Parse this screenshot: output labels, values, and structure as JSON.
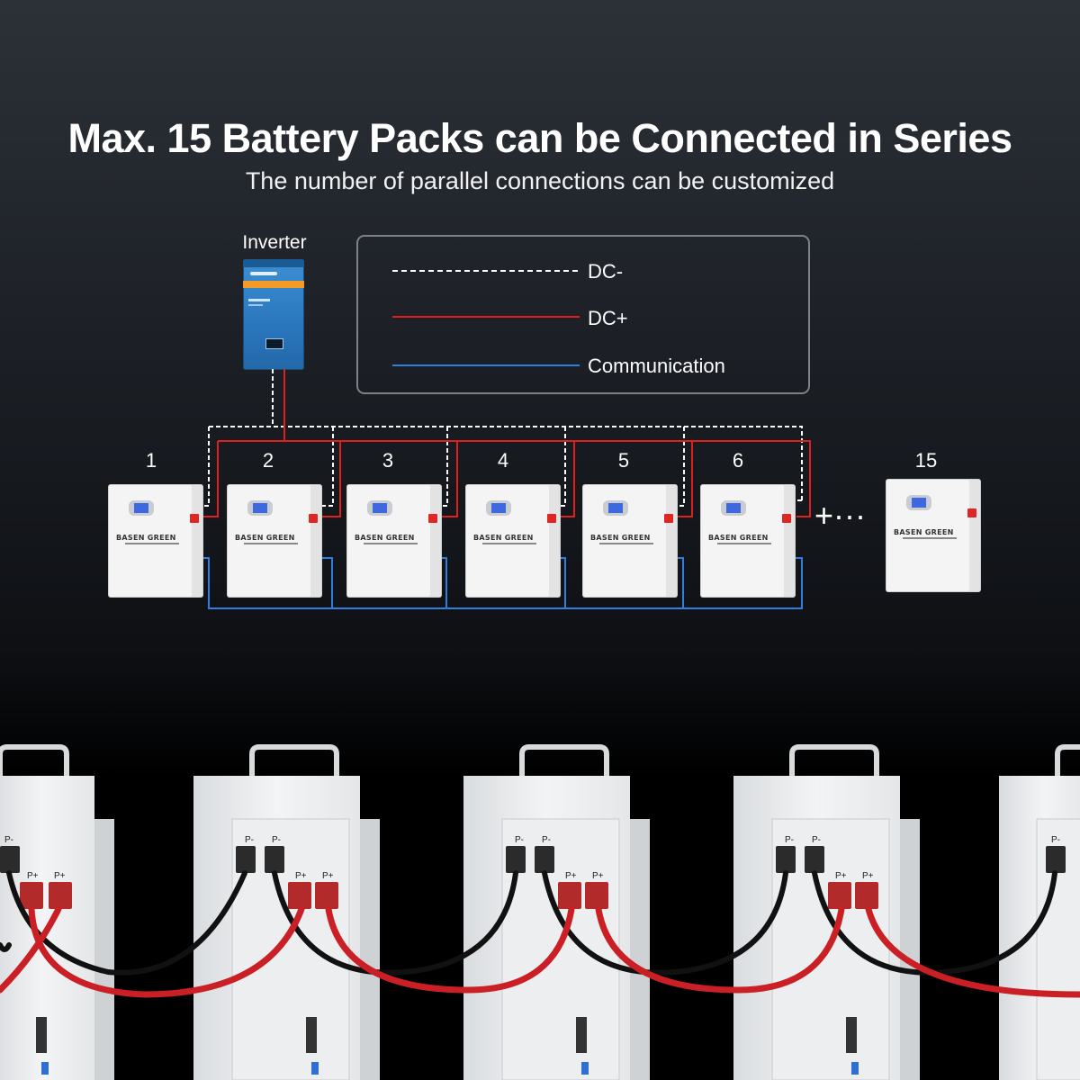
{
  "header": {
    "title": "Max. 15 Battery Packs can be Connected in Series",
    "subtitle": "The number of parallel connections can be customized"
  },
  "inverter": {
    "label": "Inverter"
  },
  "legend": {
    "items": [
      {
        "label": "DC-",
        "color": "#ffffff",
        "style": "dashed"
      },
      {
        "label": "DC+",
        "color": "#e0201f",
        "style": "solid"
      },
      {
        "label": "Communication",
        "color": "#2f7fe0",
        "style": "solid"
      }
    ]
  },
  "batteries": [
    {
      "number": "1",
      "brand": "BASEN GREEN"
    },
    {
      "number": "2",
      "brand": "BASEN GREEN"
    },
    {
      "number": "3",
      "brand": "BASEN GREEN"
    },
    {
      "number": "4",
      "brand": "BASEN GREEN"
    },
    {
      "number": "5",
      "brand": "BASEN GREEN"
    },
    {
      "number": "6",
      "brand": "BASEN GREEN"
    },
    {
      "number": "15",
      "brand": "BASEN GREEN"
    }
  ],
  "continuation": "+···",
  "photo": {
    "terminal_labels": {
      "negative": "P-",
      "positive": "P+"
    }
  }
}
